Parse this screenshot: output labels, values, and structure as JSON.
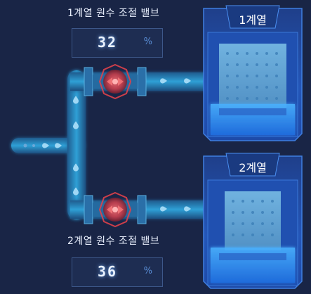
{
  "valves": [
    {
      "title": "1계열 원수 조절 밸브",
      "value": "32",
      "unit": "%"
    },
    {
      "title": "2계열 원수 조절 밸브",
      "value": "36",
      "unit": "%"
    }
  ],
  "tanks": [
    {
      "label": "1계열"
    },
    {
      "label": "2계열"
    }
  ],
  "colors": {
    "background": "#192546",
    "pipe": "#2a84b8",
    "valve_red": "#e0414a",
    "tank_glow": "#3aa0ff"
  },
  "icons": [
    "valve-icon",
    "droplet-icon",
    "filter-tank-icon"
  ]
}
